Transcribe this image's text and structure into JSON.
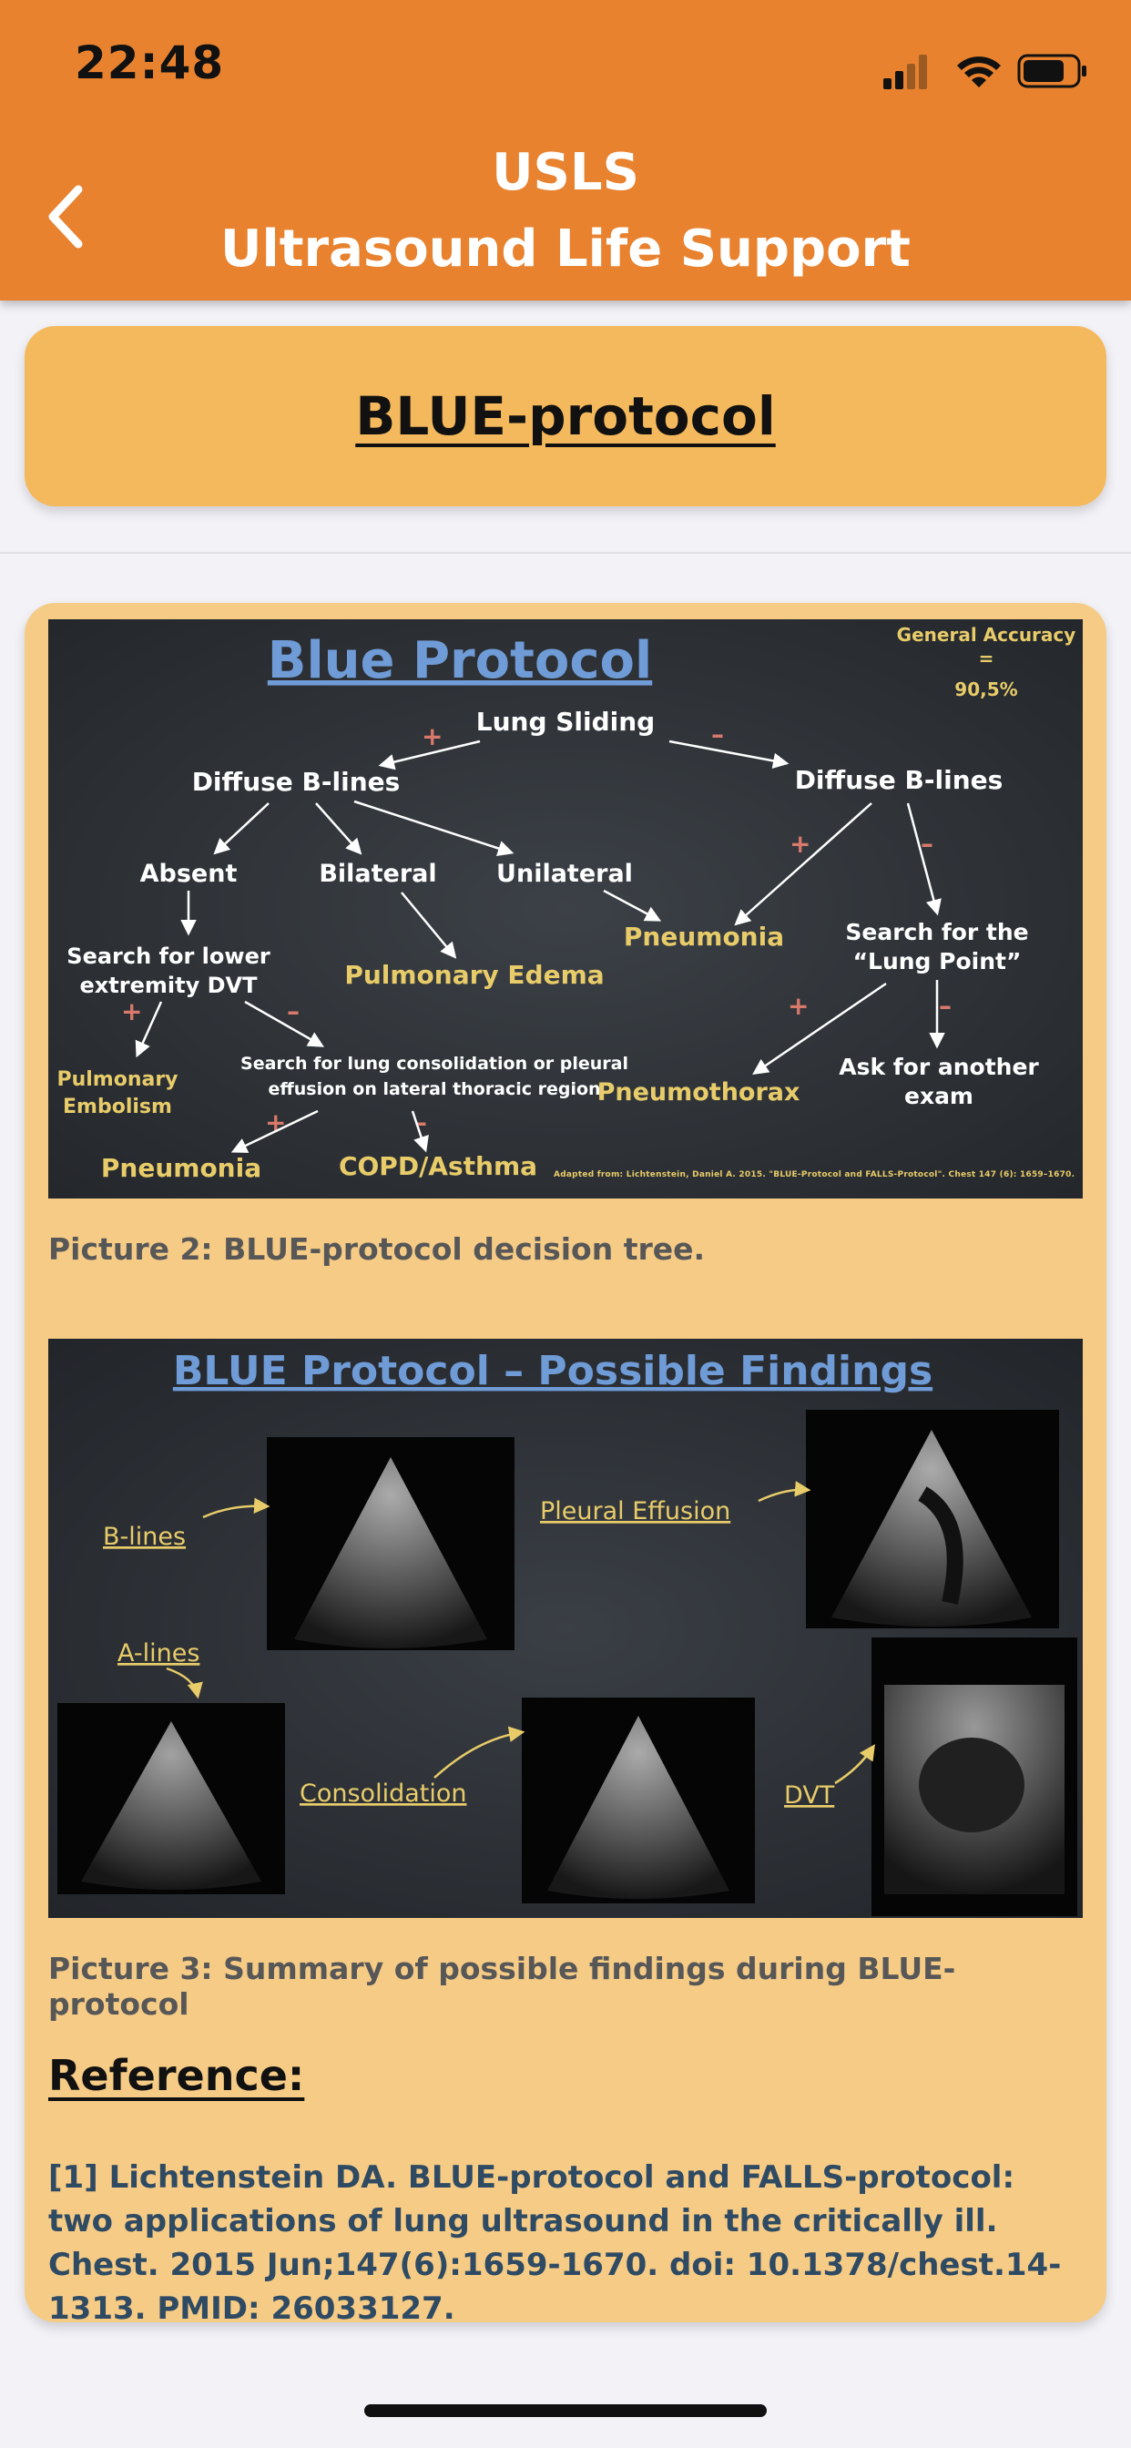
{
  "status_bar": {
    "time": "22:48"
  },
  "header": {
    "title_line1": "USLS",
    "title_line2": "Ultrasound Life Support"
  },
  "section": {
    "title": "BLUE-protocol"
  },
  "figure1": {
    "title": "Blue Protocol",
    "accuracy_line1": "General Accuracy",
    "accuracy_line2": "=",
    "accuracy_line3": "90,5%",
    "lung_sliding": "Lung Sliding",
    "diffuse_left": "Diffuse B-lines",
    "diffuse_right": "Diffuse B-lines",
    "absent": "Absent",
    "bilateral": "Bilateral",
    "unilateral": "Unilateral",
    "search_dvt_1": "Search for lower",
    "search_dvt_2": "extremity DVT",
    "pulmonary_edema": "Pulmonary Edema",
    "pneumonia_mid": "Pneumonia",
    "lung_point_1": "Search for the",
    "lung_point_2": "“Lung Point”",
    "pulm_embolism_1": "Pulmonary",
    "pulm_embolism_2": "Embolism",
    "consolidation_1": "Search for lung consolidation or pleural",
    "consolidation_2": "effusion on lateral thoracic region",
    "pneumothorax": "Pneumothorax",
    "another_exam_1": "Ask for another",
    "another_exam_2": "exam",
    "pneumonia_bottom": "Pneumonia",
    "copd": "COPD/Asthma",
    "adapted": "Adapted from: Lichtenstein, Daniel A. 2015. \"BLUE-Protocol and FALLS-Protocol\". Chest 147 (6): 1659–1670.",
    "plus": "+",
    "minus": "–"
  },
  "caption1": "Picture 2: BLUE-protocol decision tree.",
  "figure2": {
    "title": "BLUE Protocol – Possible Findings",
    "b_lines": "B-lines",
    "a_lines": "A-lines",
    "pleural_effusion": "Pleural Effusion",
    "consolidation": "Consolidation",
    "dvt": "DVT"
  },
  "caption2": "Picture 3: Summary of possible findings during BLUE-protocol",
  "reference": {
    "heading": "Reference:",
    "text": "[1] Lichtenstein DA. BLUE-protocol and FALLS-protocol: two applications of lung ultrasound in the critically ill. Chest. 2015 Jun;147(6):1659-1670. doi: 10.1378/chest.14-1313. PMID: 26033127."
  },
  "colors": {
    "header": "#E8822F",
    "section_card": "#F4B95C",
    "content_card": "#F5CB86",
    "chalkboard": "#2D3136",
    "chalk_blue": "#6F9BD6",
    "chalk_yellow": "#E8CC6A",
    "chalk_red": "#D9796B"
  }
}
